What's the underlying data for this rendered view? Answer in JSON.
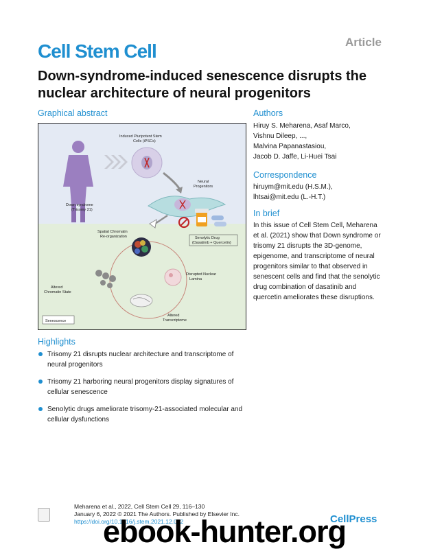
{
  "header": {
    "article_label": "Article",
    "journal": "Cell Stem Cell",
    "title": "Down-syndrome-induced senescence disrupts the nuclear architecture of neural progenitors"
  },
  "graphical_abstract": {
    "heading": "Graphical abstract",
    "labels": {
      "ipsc_line1": "Induced Pluripotent Stem",
      "ipsc_line2": "Cells (iPSCs)",
      "neural_line1": "Neural",
      "neural_line2": "Progenitors",
      "down_line1": "Down syndrome",
      "down_line2": "(Trisomy 21)",
      "spatial_line1": "Spatial Chromatin",
      "spatial_line2": "Re-organization",
      "drug_line1": "Senolytic Drug",
      "drug_line2": "(Dasatinib + Quercetin)",
      "altered_chromatin_line1": "Altered",
      "altered_chromatin_line2": "Chromatin State",
      "disrupted_line1": "Disrupted Nuclear",
      "disrupted_line2": "Lamina",
      "transcriptome_line1": "Altered",
      "transcriptome_line2": "Transcriptome",
      "senescence": "Senescence"
    },
    "colors": {
      "top_bg": "#e4eaf4",
      "bottom_bg": "#e3eedb",
      "person": "#9b7fc0",
      "cell": "#d8d0e8",
      "progenitor": "#b7dde0",
      "drug_orange": "#f0a020",
      "inhibit_red": "#c0282a"
    }
  },
  "highlights": {
    "heading": "Highlights",
    "items": [
      "Trisomy 21 disrupts nuclear architecture and transcriptome of neural progenitors",
      "Trisomy 21 harboring neural progenitors display signatures of cellular senescence",
      "Senolytic drugs ameliorate trisomy-21-associated molecular and cellular dysfunctions"
    ]
  },
  "authors": {
    "heading": "Authors",
    "lines": [
      "Hiruy S. Meharena, Asaf Marco,",
      "Vishnu Dileep, ...,",
      "Malvina Papanastasiou,",
      "Jacob D. Jaffe, Li-Huei Tsai"
    ]
  },
  "correspondence": {
    "heading": "Correspondence",
    "lines": [
      "hiruym@mit.edu (H.S.M.),",
      "lhtsai@mit.edu (L.-H.T.)"
    ]
  },
  "in_brief": {
    "heading": "In brief",
    "lines": [
      "In this issue of Cell Stem Cell, Meharena",
      "et al. (2021) show that Down syndrome or",
      "trisomy 21 disrupts the 3D-genome,",
      "epigenome, and transcriptome of neural",
      "progenitors similar to that observed in",
      "senescent cells and find that the senolytic",
      "drug combination of dasatinib and",
      "quercetin ameliorates these disruptions."
    ]
  },
  "footer": {
    "citation": "Meharena et al., 2022, Cell Stem Cell 29, 116–130",
    "date_line": "January 6, 2022 © 2021 The Authors. Published by Elsevier Inc.",
    "doi": "https://doi.org/10.1016/j.stem.2021.12.002",
    "publisher": "CellPress",
    "watermark": "ebook-hunter.org"
  }
}
